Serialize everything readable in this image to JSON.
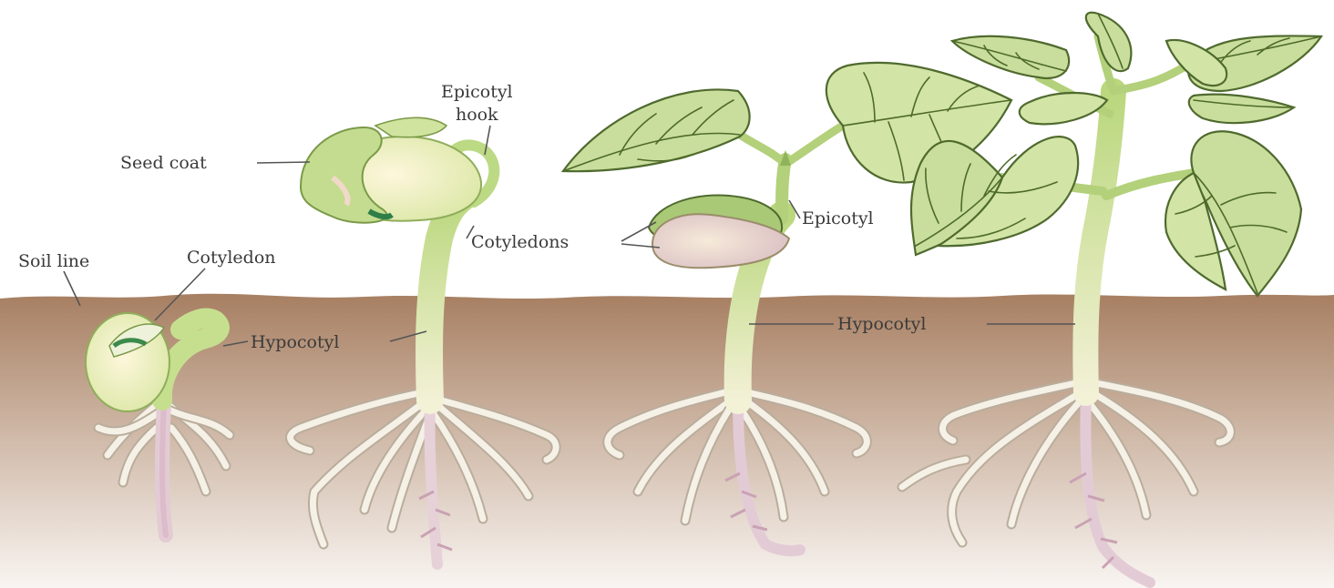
{
  "labels": {
    "soil_line": "Soil line",
    "cotyledon": "Cotyledon",
    "hypocotyl_1": "Hypocotyl",
    "seed_coat": "Seed coat",
    "epicotyl_hook_line1": "Epicotyl",
    "epicotyl_hook_line2": "hook",
    "cotyledons": "Cotyledons",
    "epicotyl": "Epicotyl",
    "hypocotyl_2": "Hypocotyl"
  },
  "colors": {
    "soil_top": "#a77f62",
    "soil_bottom": "#f7f1ee",
    "leaf_green": "#c8dc98",
    "stem_green": "#d4e7a6",
    "seed_cream": "#f4ecc0",
    "root_tip_pink": "#d8b2c4",
    "label_text": "#3a3a3a"
  }
}
